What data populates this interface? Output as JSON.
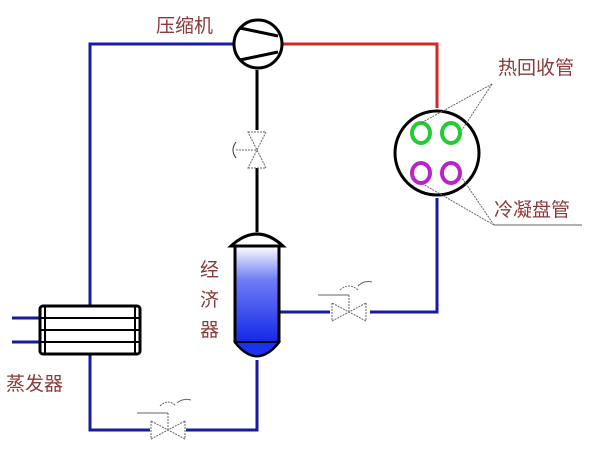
{
  "diagram": {
    "title": "",
    "labels": {
      "compressor": "压缩机",
      "heat_recovery_coil": "热回收管",
      "condenser_coil": "冷凝盘管",
      "economizer_1": "经",
      "economizer_2": "济",
      "economizer_3": "器",
      "evaporator": "蒸发器"
    },
    "colors": {
      "hot_gas_line": "#cc2a2a",
      "liquid_suction_line": "#1a1aa0",
      "equipment_outline": "#000000",
      "heat_recovery_tubes": "#22cc33",
      "condenser_tubes": "#bb22cc",
      "label_text": "#8a3a3a",
      "economizer_liquid": "#1a33ee"
    }
  }
}
